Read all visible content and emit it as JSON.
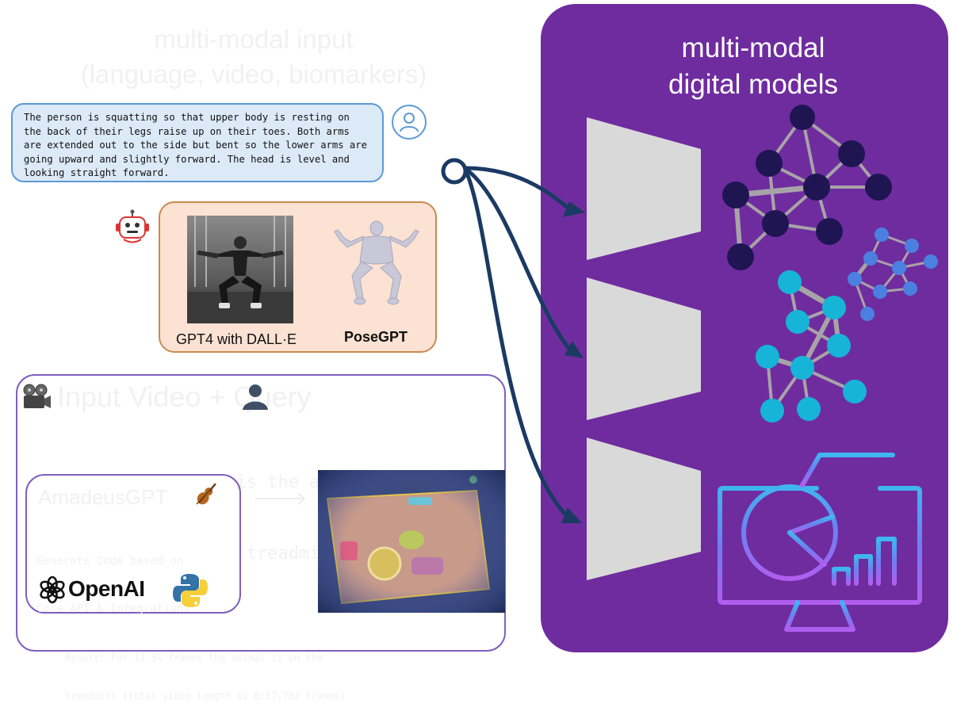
{
  "left": {
    "faint_title_line1": "multi-modal input",
    "faint_title_line2": "(language, video, biomarkers)",
    "prompt_text": "The person is squatting so that upper body is resting on the back of their legs raise up on their toes. Both arms are extended out to the side but bent so the lower arms are going upward and slightly forward. The head is level and looking straight forward.",
    "gpt4_label": "GPT4 with DALL·E",
    "posegpt_label": "PoseGPT"
  },
  "video": {
    "title": "Input Video +    Query",
    "query_line1": "\"When is the animal",
    "query_line2": "on the treadmill?\"",
    "amadeus_title": "AmadeusGPT",
    "amadeus_sub_line1": "Generate Code based on",
    "amadeus_sub_line2": "Core API & Integrations",
    "openai_label": "OpenAI",
    "bottom_line1": "Result: For 12.5% frames the animal is on the",
    "bottom_line2": "treadmill (total video length is 0:17,702 frames)"
  },
  "panel": {
    "title_line1": "multi-modal",
    "title_line2": "digital models"
  },
  "icons": [
    "user-icon",
    "robot-icon",
    "projector-icon",
    "person-icon",
    "violin-icon",
    "openai-logo",
    "python-logo",
    "dashboard-icon"
  ],
  "colors": {
    "panel": "#6f2c9f",
    "connector": "#1b3a63",
    "trapezoid": "#d9d9d9",
    "network_dark": "#1f1553",
    "network_cyan": "#16b4d6",
    "network_blue": "#4b7fe0",
    "bubble_fill": "#dce9f7",
    "bubble_border": "#5b9ad6",
    "card_fill": "#fbe2d3",
    "card_border": "#c98a51",
    "box_border": "#7e5fbf"
  }
}
